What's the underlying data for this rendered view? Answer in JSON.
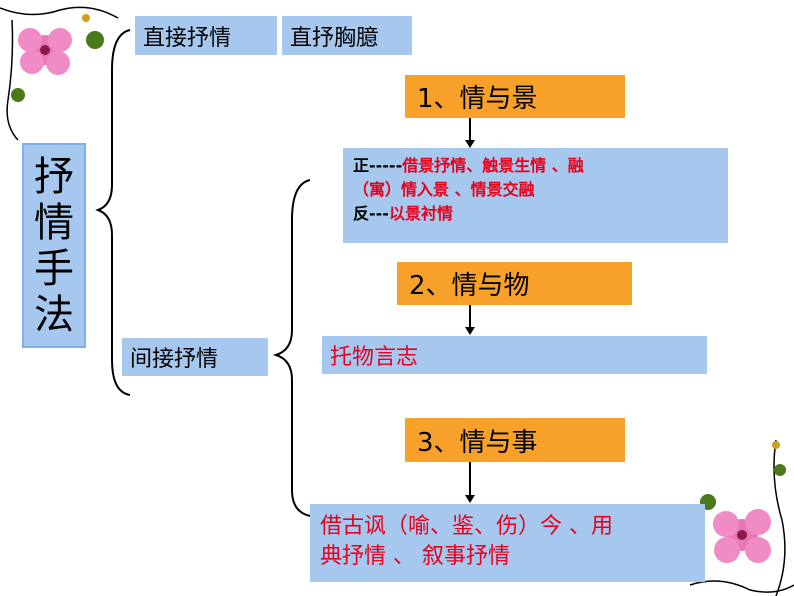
{
  "main_title": [
    "抒",
    "情",
    "手",
    "法"
  ],
  "branches": {
    "direct": {
      "label": "直接抒情",
      "sub": "直抒胸臆"
    },
    "indirect": {
      "label": "间接抒情"
    }
  },
  "categories": [
    {
      "label": "1、情与景"
    },
    {
      "label": "2、情与物"
    },
    {
      "label": "3、情与事"
    }
  ],
  "details": {
    "scene": {
      "zheng_key": "正-----",
      "zheng_val": "借景抒情、触景生情 、融",
      "zheng_val2": "（寓）情入景 、情景交融",
      "fan_key": "反---",
      "fan_val": "以景衬情"
    },
    "object": {
      "text": "托物言志"
    },
    "event": {
      "line1": "借古讽（喻、鉴、伤）今 、用",
      "line2": "典抒情 、 叙事抒情"
    }
  }
}
